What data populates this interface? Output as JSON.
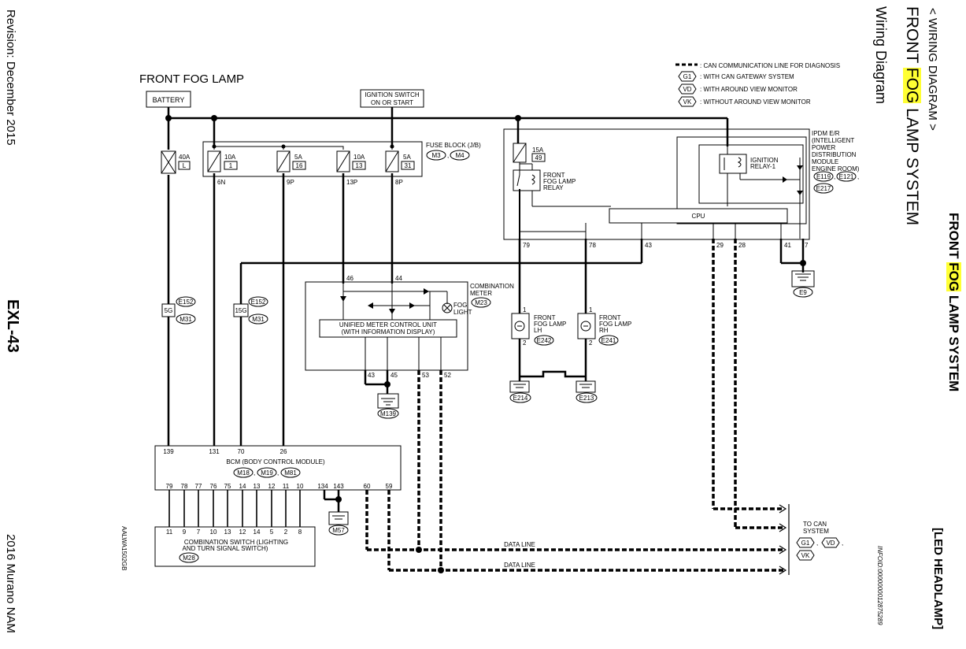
{
  "side": {
    "header_l1": "< WIRING DIAGRAM >",
    "header_l2a": "FRONT ",
    "header_l2hl": "FOG",
    "header_l2b": " LAMP SYSTEM",
    "header_l3": "Wiring Diagram",
    "right_title_a": "FRONT ",
    "right_title_hl": "FOG",
    "right_title_b": " LAMP SYSTEM",
    "section": "[LED HEADLAMP]",
    "info_id": "INFOID:0000000012875289",
    "revision": "Revision: December 2015",
    "page_no": "EXL-43",
    "model": "2016 Murano NAM",
    "figure_code": "AALWA1502GB"
  },
  "diagram": {
    "title": "FRONT FOG LAMP",
    "battery": "BATTERY",
    "ign_l1": "IGNITION SWITCH",
    "ign_l2": "ON OR START",
    "legend": {
      "can_line": ": CAN COMMUNICATION LINE FOR DIAGNOSIS",
      "g1": "G1",
      "g1_text": ": WITH CAN GATEWAY SYSTEM",
      "vd": "VD",
      "vd_text": ": WITH AROUND VIEW MONITOR",
      "vk": "VK",
      "vk_text": ": WITHOUT AROUND VIEW MONITOR"
    },
    "fuse_40a": "40A",
    "fuse_40a_no": "L",
    "fuse_block": "FUSE BLOCK (J/B)",
    "conn_m3": "M3",
    "conn_m4": "M4",
    "comma": ",",
    "fuse_10a_1": "10A",
    "fuse_10a_1_no": "1",
    "fuse_5a_16": "5A",
    "fuse_5a_16_no": "16",
    "fuse_10a_13": "10A",
    "fuse_10a_13_no": "13",
    "fuse_5a_31": "5A",
    "fuse_5a_31_no": "31",
    "pin_6n": "6N",
    "pin_9p": "9P",
    "pin_13p": "13P",
    "pin_8p": "8P",
    "ipdm_lines": [
      "IPDM E/R",
      "(INTELLIGENT",
      "POWER",
      "DISTRIBUTION",
      "MODULE",
      "ENGINE ROOM)"
    ],
    "conn_e119": "E119",
    "conn_e121": "E121",
    "conn_e217": "E217",
    "fuse_15a": "15A",
    "fuse_15a_no": "49",
    "relay_l1": "FRONT",
    "relay_l2": "FOG LAMP",
    "relay_l3": "RELAY",
    "ign_relay_l1": "IGNITION",
    "ign_relay_l2": "RELAY-1",
    "cpu": "CPU",
    "pin_79": "79",
    "pin_78": "78",
    "pin_43": "43",
    "pin_29": "29",
    "pin_28": "28",
    "pin_41": "41",
    "pin_7": "7",
    "gnd_e9": "E9",
    "e152_a": "E152",
    "m31_a": "M31",
    "pin_5g": "5G",
    "e152_b": "E152",
    "m31_b": "M31",
    "pin_15g": "15G",
    "meter_l1": "COMBINATION",
    "meter_l2": "METER",
    "conn_m23": "M23",
    "pin_46": "46",
    "pin_44": "44",
    "fog_l1": "FOG",
    "fog_l2": "LIGHT",
    "umcu_l1": "UNIFIED METER CONTROL UNIT",
    "umcu_l2": "(WITH INFORMATION DISPLAY)",
    "pin_m43": "43",
    "pin_m45": "45",
    "pin_m53": "53",
    "pin_m52": "52",
    "gnd_m139": "M139",
    "lamp_lh_l1": "FRONT",
    "lamp_lh_l2": "FOG LAMP",
    "lamp_lh_l3": "LH",
    "conn_e242": "E242",
    "lamp_rh_l1": "FRONT",
    "lamp_rh_l2": "FOG LAMP",
    "lamp_rh_l3": "RH",
    "conn_e241": "E241",
    "pin_l1": "1",
    "pin_l2": "2",
    "pin_r1": "1",
    "pin_r2": "2",
    "gnd_e214": "E214",
    "gnd_e213": "E213",
    "bcm": "BCM (BODY CONTROL MODULE)",
    "conn_m18": "M18",
    "conn_m19": "M19",
    "conn_m81": "M81",
    "bcm_top_pins": [
      "139",
      "131",
      "70",
      "26"
    ],
    "bcm_bot_pins": [
      "79",
      "78",
      "77",
      "76",
      "75",
      "14",
      "13",
      "12",
      "11",
      "10",
      "134",
      "143",
      "60",
      "59"
    ],
    "sw_pins": [
      "11",
      "9",
      "7",
      "10",
      "13",
      "12",
      "14",
      "5",
      "2",
      "8"
    ],
    "combo_sw_l1": "COMBINATION SWITCH (LIGHTING",
    "combo_sw_l2": "AND TURN SIGNAL SWITCH)",
    "conn_m28": "M28",
    "gnd_m57": "M57",
    "data_line_1": "DATA LINE",
    "data_line_2": "DATA LINE",
    "to_can_l1": "TO CAN",
    "to_can_l2": "SYSTEM",
    "to_g1": "G1",
    "to_vd": "VD",
    "to_vk": "VK"
  }
}
